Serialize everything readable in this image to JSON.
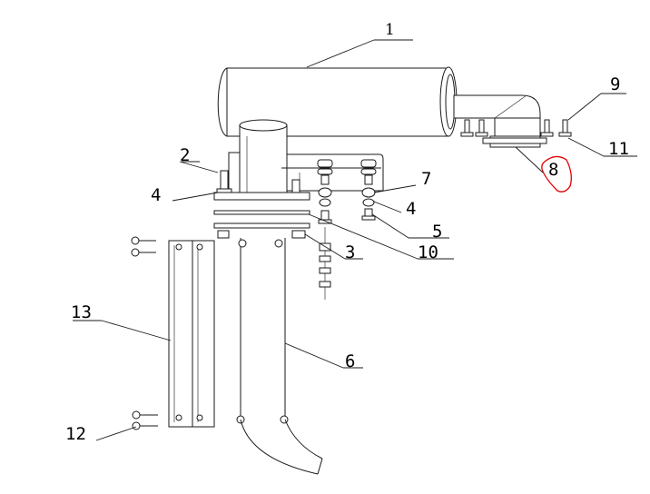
{
  "callouts": {
    "c1": "1",
    "c2": "2",
    "c3": "3",
    "c4a": "4",
    "c4b": "4",
    "c5": "5",
    "c6": "6",
    "c7": "7",
    "c8": "8",
    "c9": "9",
    "c10": "10",
    "c11": "11",
    "c12": "12",
    "c13": "13"
  },
  "colors": {
    "line": "#1a1a1a",
    "highlight": "#e00000"
  }
}
